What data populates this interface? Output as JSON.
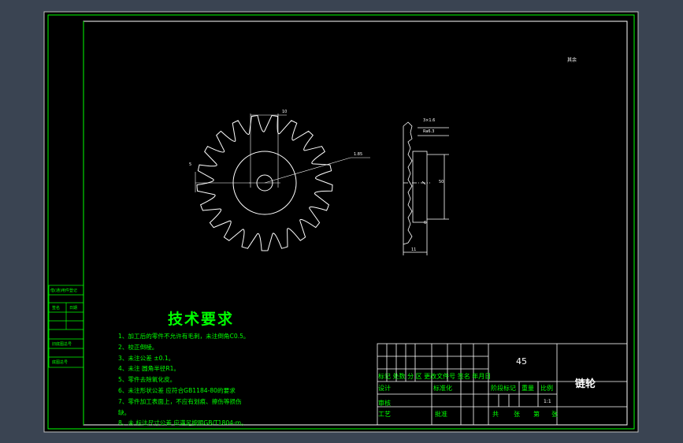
{
  "colors": {
    "background": "#3a4452",
    "paper": "#000000",
    "border": "#00ff00",
    "geometry": "#ffffff"
  },
  "tech_requirements": {
    "title": "技术要求",
    "items": [
      "1、加工后的零件不允许有毛刺，未注倒角C0.5。",
      "2、校正倒棱。",
      "3、未注公差 ±0.1。",
      "4、未注 圆角半径R1。",
      "5、零件去除氧化皮。",
      "6、未注形状公差 应符合GB1184-80的要求",
      "7、零件加工表面上，不应有划痕、擦伤等损伤",
      "缺。",
      "8、未 标注尺寸公差 应满足按照GB/T1804-m。"
    ]
  },
  "title_block": {
    "material": "45",
    "part_name": "链轮",
    "row_revision": "标记 处数 分 区 更改文件号 签名 年月日",
    "design": "设计",
    "standardization": "标准化",
    "stage_mark": "阶段标记",
    "weight": "重量",
    "scale": "比例",
    "scale_value": "1:1",
    "review": "审核",
    "process": "工艺",
    "approve": "批准",
    "sheets_total": "共",
    "sheet_label": "张",
    "sheet_num": "第",
    "sheet_label2": "张"
  },
  "side_labels": {
    "a": "借(通)用件登记",
    "b": "旧底图总号",
    "c": "底图总号",
    "d": "签名",
    "e": "日期"
  },
  "roughness_note": "其余",
  "dimensions": {
    "d1": "5",
    "d2": "1.85",
    "d3": "10",
    "d4": "3×1.6",
    "d5": "Ra6.3",
    "d6": "11",
    "d7": "6",
    "d8": "50"
  }
}
